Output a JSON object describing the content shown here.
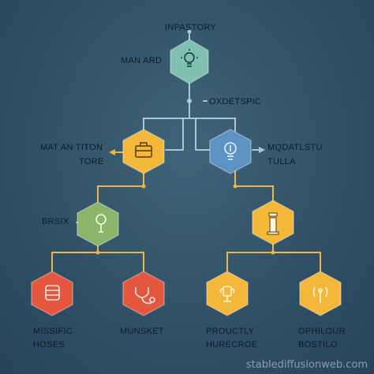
{
  "labels": {
    "top_title": "INPASTORY",
    "root_label": "MAN ARD",
    "junction_label": "OXDETSPIC",
    "left_l1_line1": "MAT AN TITON",
    "left_l1_line2": "TORE",
    "right_l1_line1": "MQDATLSTU",
    "right_l1_line2": "TULLA",
    "left_l2_label": "BRSIX",
    "leaf1_line1": "MISSIFIC",
    "leaf1_line2": "HOSES",
    "leaf2_line1": "MUNSKET",
    "leaf3_line1": "PROUCTLY",
    "leaf3_line2": "HURECROE",
    "leaf4_line1": "OPHILOUR",
    "leaf4_line2": "BOSTILO"
  },
  "nodes": [
    {
      "id": "root",
      "color": "#7fc0b0",
      "icon": "lightbulb-icon"
    },
    {
      "id": "left-l1",
      "color": "#f3b73a",
      "icon": "briefcase-icon"
    },
    {
      "id": "right-l1",
      "color": "#5b93c3",
      "icon": "lightbulb-icon"
    },
    {
      "id": "left-l2",
      "color": "#8cb56a",
      "icon": "bulb-outline-icon"
    },
    {
      "id": "right-l2",
      "color": "#f3b73a",
      "icon": "tower-icon"
    },
    {
      "id": "leaf1",
      "color": "#e4573e",
      "icon": "database-icon"
    },
    {
      "id": "leaf2",
      "color": "#e4573e",
      "icon": "stethoscope-icon"
    },
    {
      "id": "leaf3",
      "color": "#f3b73a",
      "icon": "trophy-icon"
    },
    {
      "id": "leaf4",
      "color": "#f3b73a",
      "icon": "antenna-icon"
    }
  ],
  "connector_color": "#f0b445",
  "line_color": "#a9c8d6",
  "watermark": "stablediffusionweb.com"
}
